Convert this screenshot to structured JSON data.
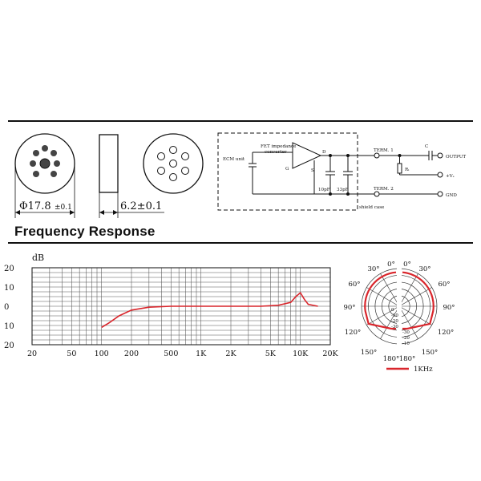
{
  "section_title": "Frequency Response",
  "dimensions": {
    "diameter_label": "Φ17.8",
    "diameter_tol": "±0.1",
    "height_label": "6.2±0.1"
  },
  "circuit": {
    "ecm_label": "ECM unit",
    "fet_label_1": "FET impedance",
    "fet_label_2": "converter",
    "g_label": "G",
    "d_label": "D",
    "s_label": "S",
    "cap1": "10pF",
    "cap2": "33pF",
    "term1": "TERM. 1",
    "term2": "TERM. 2",
    "c_label": "C",
    "r_label": "Rₗ",
    "output": "OUTPUT",
    "vs": "+Vₛ",
    "gnd": "GND",
    "shield": "shield case"
  },
  "chart_data": [
    {
      "type": "line",
      "ylabel": "dB",
      "y_ticks": [
        "20",
        "10",
        "0",
        "10",
        "20"
      ],
      "x_ticks": [
        "20",
        "50",
        "100",
        "200",
        "500",
        "1K",
        "2K",
        "5K",
        "10K",
        "20K"
      ],
      "x_scale": "log",
      "xlim": [
        20,
        20000
      ],
      "ylim": [
        -20,
        20
      ],
      "grid": true,
      "series_color": "#d9262c",
      "series": [
        {
          "x": [
            100,
            120,
            150,
            200,
            300,
            500,
            1000,
            2000,
            4000,
            6000,
            8000,
            9000,
            10000,
            11000,
            12000,
            15000
          ],
          "y": [
            -11,
            -8.5,
            -5,
            -2,
            -0.5,
            0,
            0,
            0,
            0,
            0.5,
            2,
            5,
            7,
            3.5,
            1,
            0
          ]
        }
      ]
    },
    {
      "type": "polar",
      "angle_labels": [
        "0°",
        "0°",
        "30°",
        "30°",
        "60°",
        "60°",
        "90°",
        "90°",
        "120°",
        "120°",
        "150°",
        "150°",
        "180°",
        "180°"
      ],
      "radial_labels": [
        "0",
        "-10",
        "-20",
        "-30",
        "-30",
        "-20",
        "-10"
      ],
      "legend": "1KHz",
      "legend_color": "#d9262c",
      "pattern": "omnidirectional",
      "response_db": 0
    }
  ]
}
